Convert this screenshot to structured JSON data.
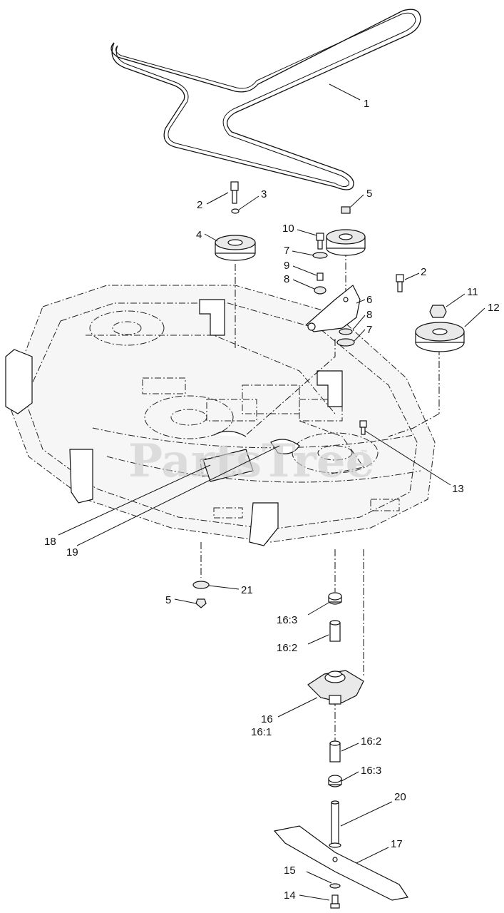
{
  "watermark": {
    "text": "PartsTree",
    "trademark": "™"
  },
  "callouts": [
    "1",
    "2",
    "3",
    "4",
    "5",
    "10",
    "7",
    "9",
    "8",
    "2",
    "6",
    "8",
    "7",
    "11",
    "12",
    "13",
    "18",
    "19",
    "21",
    "5",
    "16:3",
    "16:2",
    "16",
    "16:1",
    "16:2",
    "16:3",
    "20",
    "17",
    "15",
    "14"
  ]
}
